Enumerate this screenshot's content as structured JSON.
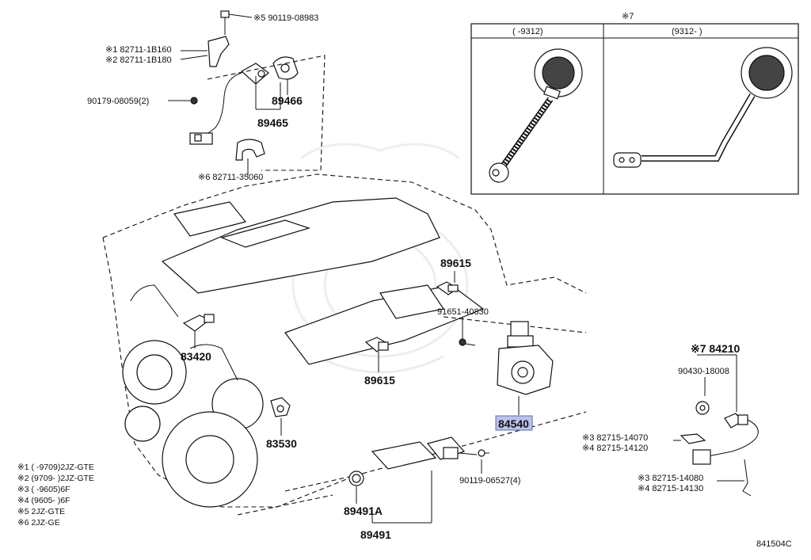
{
  "labels": {
    "bolt_top": "※5 90119-08983",
    "bracket_1": "※1 82711-1B160",
    "bracket_2": "※2 82711-1B180",
    "washer_left": "90179-08059(2)",
    "p89466": "89466",
    "p89465": "89465",
    "clamp_6": "※6 82711-35060",
    "p89615_top": "89615",
    "bolt_91651": "91651-40830",
    "p83420": "83420",
    "p89615_mid": "89615",
    "p83530": "83530",
    "p84540": "84540",
    "p84210": "※7 84210",
    "p90430": "90430-18008",
    "clip_3a": "※3 82715-14070",
    "clip_4a": "※4 82715-14120",
    "bolt_90119": "90119-06527(4)",
    "clip_3b": "※3 82715-14080",
    "clip_4b": "※4 82715-14130",
    "p89491A": "89491A",
    "p89491": "89491",
    "figure_code": "841504C"
  },
  "inset": {
    "title": "※7",
    "left_header": "(      -9312)",
    "right_header": "(9312-      )"
  },
  "legend": [
    "※1 (      -9709)2JZ-GTE",
    "※2 (9709-      )2JZ-GTE",
    "※3 (      -9605)6F",
    "※4 (9605-      )6F",
    "※5 2JZ-GTE",
    "※6 2JZ-GE"
  ],
  "colors": {
    "highlight": "#b9c3ea",
    "line": "#111111"
  }
}
